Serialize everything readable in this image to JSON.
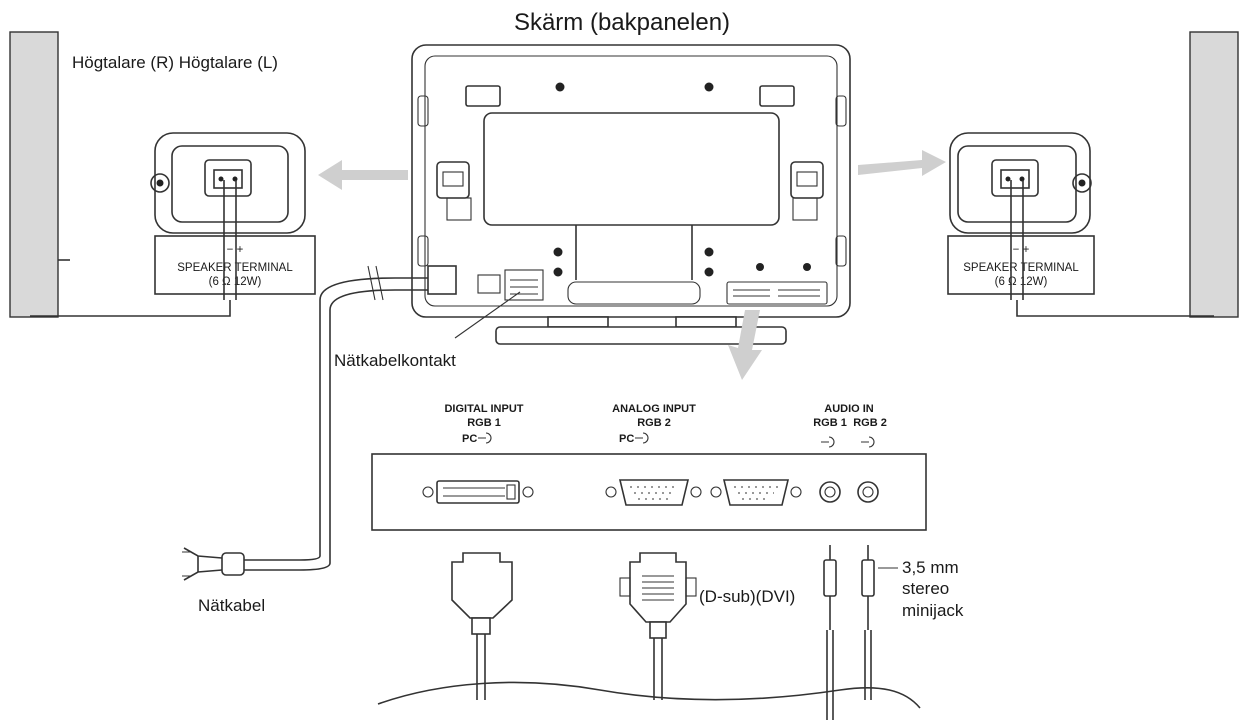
{
  "labels": {
    "title": "Skärm (bakpanelen)",
    "speakers": "Högtalare (R) Högtalare (L)",
    "power_connector": "Nätkabelkontakt",
    "power_cable": "Nätkabel",
    "terminal_left": {
      "polarity": "−  +",
      "name": "SPEAKER TERMINAL",
      "rating": "(6 Ω 12W)"
    },
    "terminal_right": {
      "polarity": "−  +",
      "name": "SPEAKER TERMINAL",
      "rating": "(6 Ω 12W)"
    },
    "digital_input": {
      "line1": "DIGITAL INPUT",
      "line2": "RGB 1",
      "pc": "PC"
    },
    "analog_input": {
      "line1": "ANALOG INPUT",
      "line2": "RGB 2",
      "pc": "PC"
    },
    "audio_in": {
      "line1": "AUDIO IN",
      "rgb1": "RGB 1",
      "rgb2": "RGB 2"
    },
    "cable_types": "(D-sub)(DVI)",
    "minijack": {
      "line1": "3,5 mm",
      "line2": "stereo",
      "line3": "minijack"
    }
  }
}
